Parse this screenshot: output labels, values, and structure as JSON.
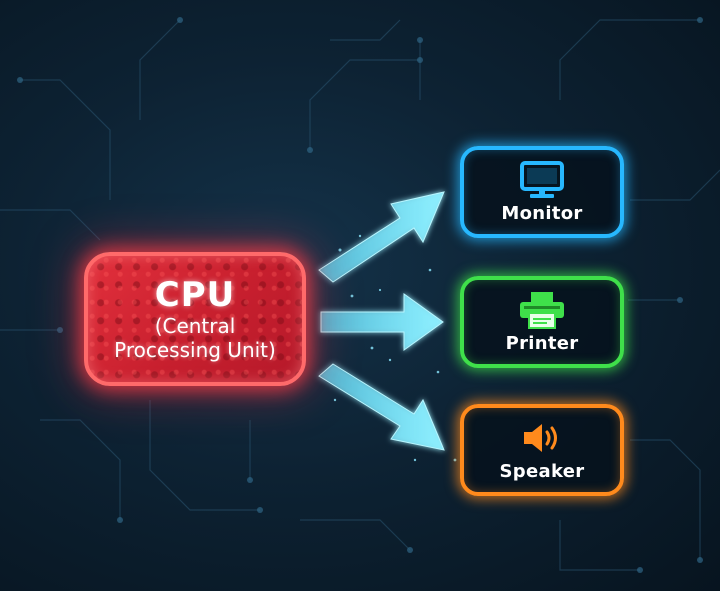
{
  "diagram": {
    "source": {
      "title": "CPU",
      "subtitle_line1": "(Central",
      "subtitle_line2": "Processing Unit)",
      "color": "#e2303c"
    },
    "targets": [
      {
        "label": "Monitor",
        "icon": "monitor-icon",
        "color": "#27b8ff"
      },
      {
        "label": "Printer",
        "icon": "printer-icon",
        "color": "#3fe04a"
      },
      {
        "label": "Speaker",
        "icon": "speaker-icon",
        "color": "#ff8a1c"
      }
    ],
    "connector_color": "#7fe3ff",
    "background": "#0d2233"
  }
}
